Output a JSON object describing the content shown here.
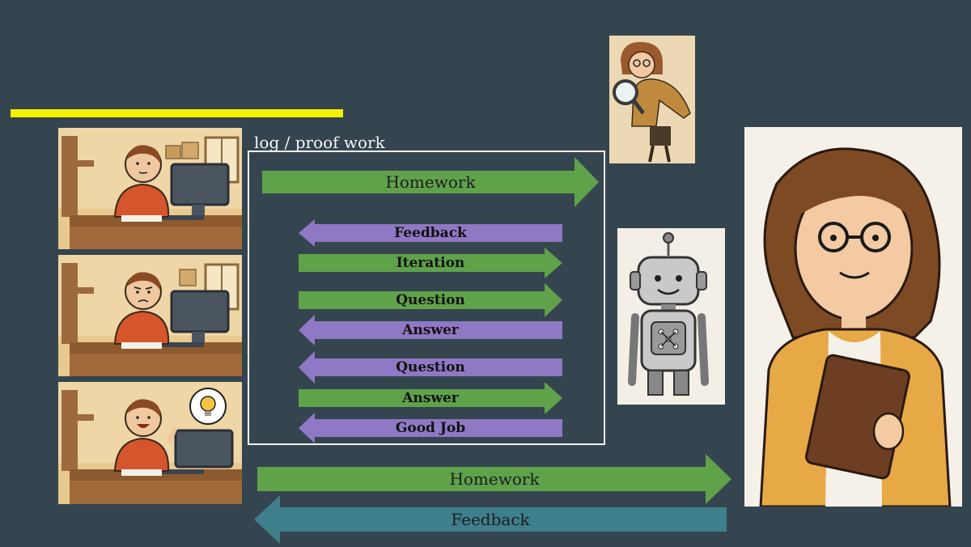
{
  "diagram": {
    "log_label": "log / proof work",
    "inner_arrows": [
      {
        "label": "Homework",
        "direction": "right",
        "color": "#5fa24a"
      },
      {
        "label": "Feedback",
        "direction": "left",
        "color": "#8f78c4"
      },
      {
        "label": "Iteration",
        "direction": "right",
        "color": "#5fa24a"
      },
      {
        "label": "Question",
        "direction": "right",
        "color": "#5fa24a"
      },
      {
        "label": "Answer",
        "direction": "left",
        "color": "#8f78c4"
      },
      {
        "label": "Question",
        "direction": "left",
        "color": "#8f78c4"
      },
      {
        "label": "Answer",
        "direction": "right",
        "color": "#5fa24a"
      },
      {
        "label": "Good Job",
        "direction": "left",
        "color": "#8f78c4"
      }
    ],
    "outer_arrows": [
      {
        "label": "Homework",
        "direction": "right",
        "color": "#5fa24a"
      },
      {
        "label": "Feedback",
        "direction": "left",
        "color": "#3f7f8c"
      }
    ]
  },
  "colors": {
    "background": "#34454f",
    "highlight_bar": "#f5f200",
    "green_arrow": "#5fa24a",
    "purple_arrow": "#8f78c4",
    "teal_arrow": "#3f7f8c"
  },
  "illustrations": [
    "student-focused-illustration",
    "student-frustrated-illustration",
    "student-idea-illustration",
    "inspector-teacher-illustration",
    "robot-illustration",
    "teacher-illustration"
  ]
}
